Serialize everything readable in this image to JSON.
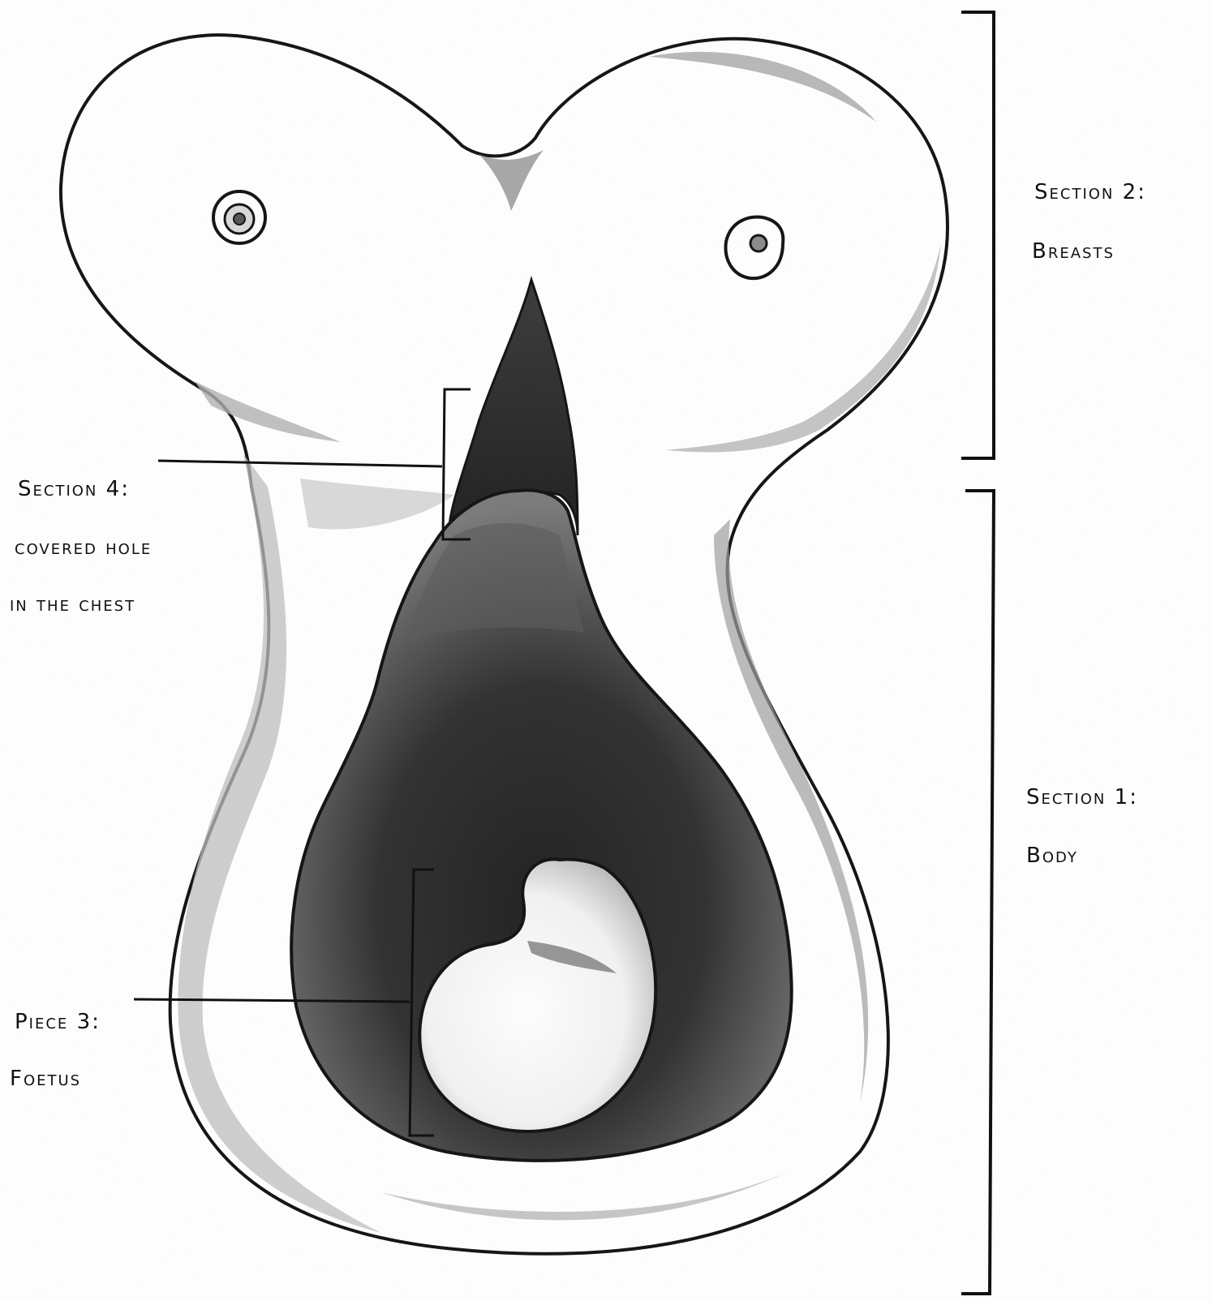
{
  "labels": {
    "section2_title": "Section 2:",
    "section2_name": "Breasts",
    "section4_title": "Section 4:",
    "section4_line1": "covered hole",
    "section4_line2": "in the chest",
    "section1_title": "Section 1:",
    "section1_name": "Body",
    "piece3_title": "Piece 3:",
    "piece3_name": "Foetus"
  },
  "colors": {
    "ink": "#111111",
    "paper": "#ffffff",
    "shade_light": "#c9c9c9",
    "shade_dark": "#2a2a2a"
  }
}
